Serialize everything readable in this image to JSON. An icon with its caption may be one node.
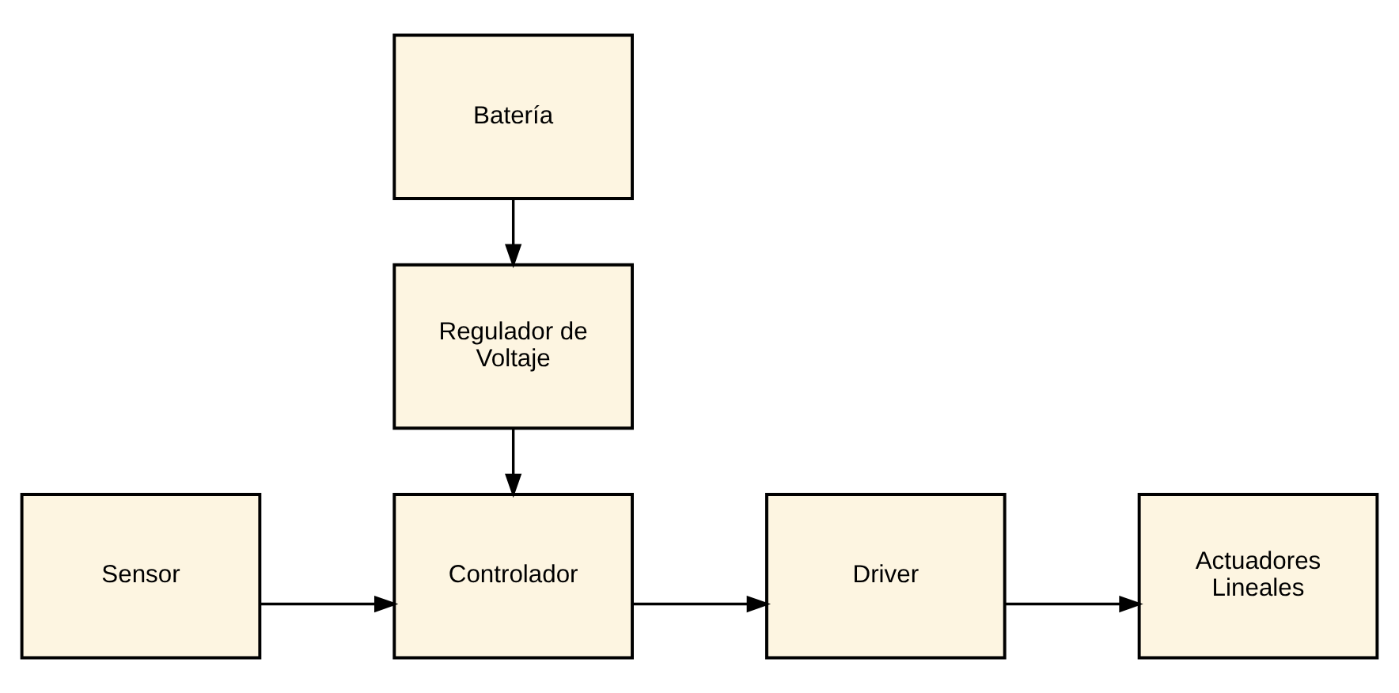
{
  "diagram": {
    "nodes": [
      {
        "text": [
          "Batería"
        ]
      },
      {
        "text": [
          "Regulador de Voltaje"
        ]
      },
      {
        "text": [
          "Sensor"
        ]
      },
      {
        "text": [
          "Controlador"
        ]
      },
      {
        "text": [
          "Driver"
        ]
      },
      {
        "text": [
          "Actuadores Lineales"
        ]
      }
    ],
    "edges": [
      {
        "from": 0,
        "to": 1,
        "arrow": "to"
      },
      {
        "from": 1,
        "to": 3,
        "arrow": "to"
      },
      {
        "from": 2,
        "to": 3,
        "arrow": "to"
      },
      {
        "from": 3,
        "to": 4,
        "arrow": "to"
      },
      {
        "from": 4,
        "to": 5,
        "arrow": "to"
      }
    ]
  }
}
